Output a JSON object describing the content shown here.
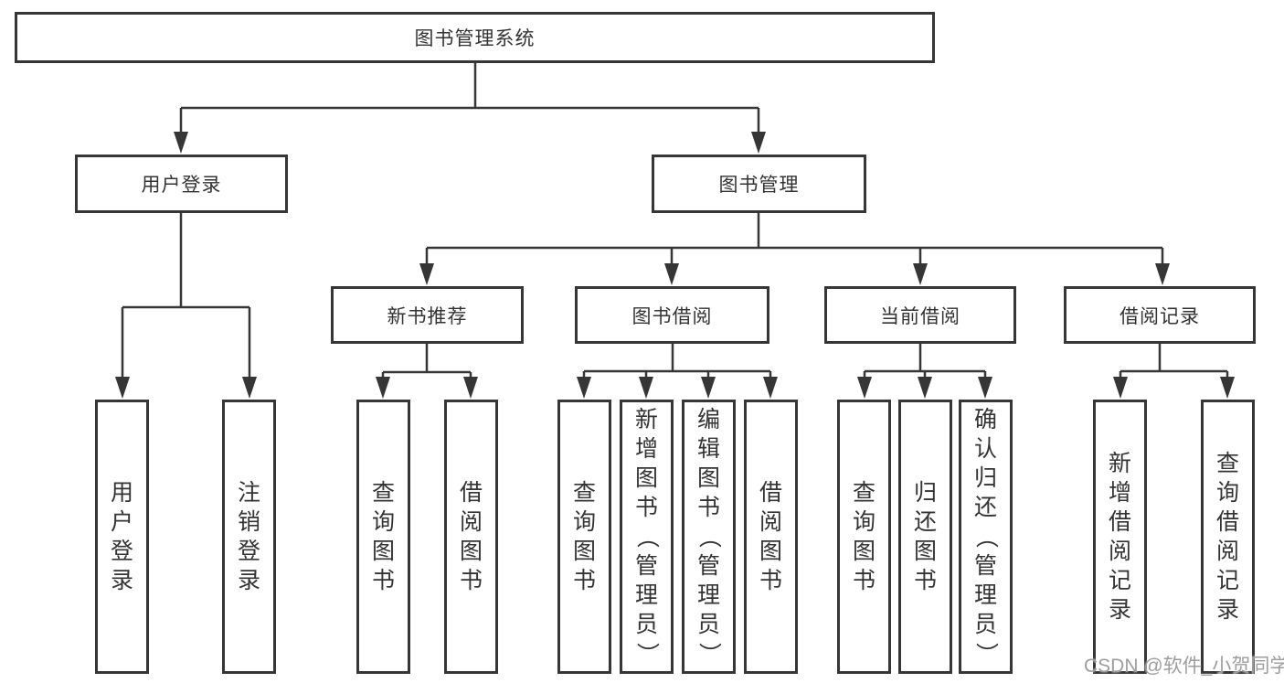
{
  "root": {
    "label": "图书管理系统"
  },
  "user_login": {
    "label": "用户登录",
    "children": [
      "用户登录",
      "注销登录"
    ]
  },
  "book_mgmt": {
    "label": "图书管理",
    "sections": [
      {
        "label": "新书推荐",
        "children": [
          "查询图书",
          "借阅图书"
        ]
      },
      {
        "label": "图书借阅",
        "children": [
          "查询图书",
          "新增图书（管理员）",
          "编辑图书（管理员）",
          "借阅图书"
        ]
      },
      {
        "label": "当前借阅",
        "children": [
          "查询图书",
          "归还图书",
          "确认归还（管理员）"
        ]
      },
      {
        "label": "借阅记录",
        "children": [
          "新增借阅记录",
          "查询借阅记录"
        ]
      }
    ]
  },
  "watermark": "CSDN @软件_小贺同学",
  "colors": {
    "line": "#363636",
    "text": "#333333",
    "background": "#ffffff",
    "watermark": "#9d9d9d"
  }
}
